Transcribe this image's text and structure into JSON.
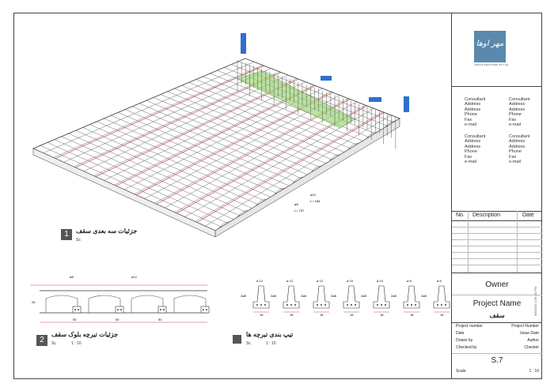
{
  "logo": {
    "text": "مهر اوها",
    "caption": "ARCHITECTURE STYLE"
  },
  "consultants": [
    [
      "Consultant",
      "Address",
      "Address",
      "Phone",
      "Fax",
      "e-mail"
    ],
    [
      "Consultant",
      "Address",
      "Address",
      "Phone",
      "Fax",
      "e-mail"
    ],
    [
      "Consultant",
      "Address",
      "Address",
      "Phone",
      "Fax",
      "e-mail"
    ],
    [
      "Consultant",
      "Address",
      "Address",
      "Phone",
      "Fax",
      "e-mail"
    ]
  ],
  "revisions": {
    "col_no": "No.",
    "col_desc": "Description",
    "col_date": "Date"
  },
  "owner": "Owner",
  "project_name": "Project Name",
  "sheet_name": "سقف",
  "info": [
    {
      "label": "Project number",
      "value": "Project Number"
    },
    {
      "label": "Date",
      "value": "Issue Date"
    },
    {
      "label": "Drawn by",
      "value": "Author"
    },
    {
      "label": "Checked by",
      "value": "Checker"
    }
  ],
  "sheet_number": "S.7",
  "scale": {
    "label": "Scale",
    "value": "1 : 10"
  },
  "timestamp": "9/5/2024 2:36:20 PM",
  "views": [
    {
      "number": "1",
      "title": "جزئیات سه بعدی سقف",
      "scale_label": "Sc",
      "scale_value": ""
    },
    {
      "number": "2",
      "title": "جزئیات تیرچه بلوک سقف",
      "scale_label": "Sc",
      "scale_value": "1 : 10"
    },
    {
      "number": "",
      "title": "تیپ بندی تیرچه ها",
      "scale_label": "Sc",
      "scale_value": "1 : 10"
    }
  ],
  "iso_labels": {
    "l1": "ø12",
    "l2": "L= 184",
    "l3": "ø8",
    "l4": "L= 707"
  },
  "section_labels": {
    "top_left": "ø8",
    "top_right": "ø12",
    "dim1": "50",
    "dim2": "50",
    "dim3": "50",
    "h1": "25"
  },
  "joists": [
    {
      "top": "ø 12",
      "side": "2ø8",
      "dim": "18"
    },
    {
      "top": "ø 12",
      "side": "2ø8",
      "dim": "18"
    },
    {
      "top": "ø 12",
      "side": "2ø8",
      "dim": "18"
    },
    {
      "top": "ø 10",
      "side": "2ø8",
      "dim": "18"
    },
    {
      "top": "ø 10",
      "side": "2ø8",
      "dim": "18"
    },
    {
      "top": "ø 8",
      "side": "2ø8",
      "dim": "18"
    },
    {
      "top": "ø 8",
      "side": "2ø8",
      "dim": "18"
    }
  ]
}
